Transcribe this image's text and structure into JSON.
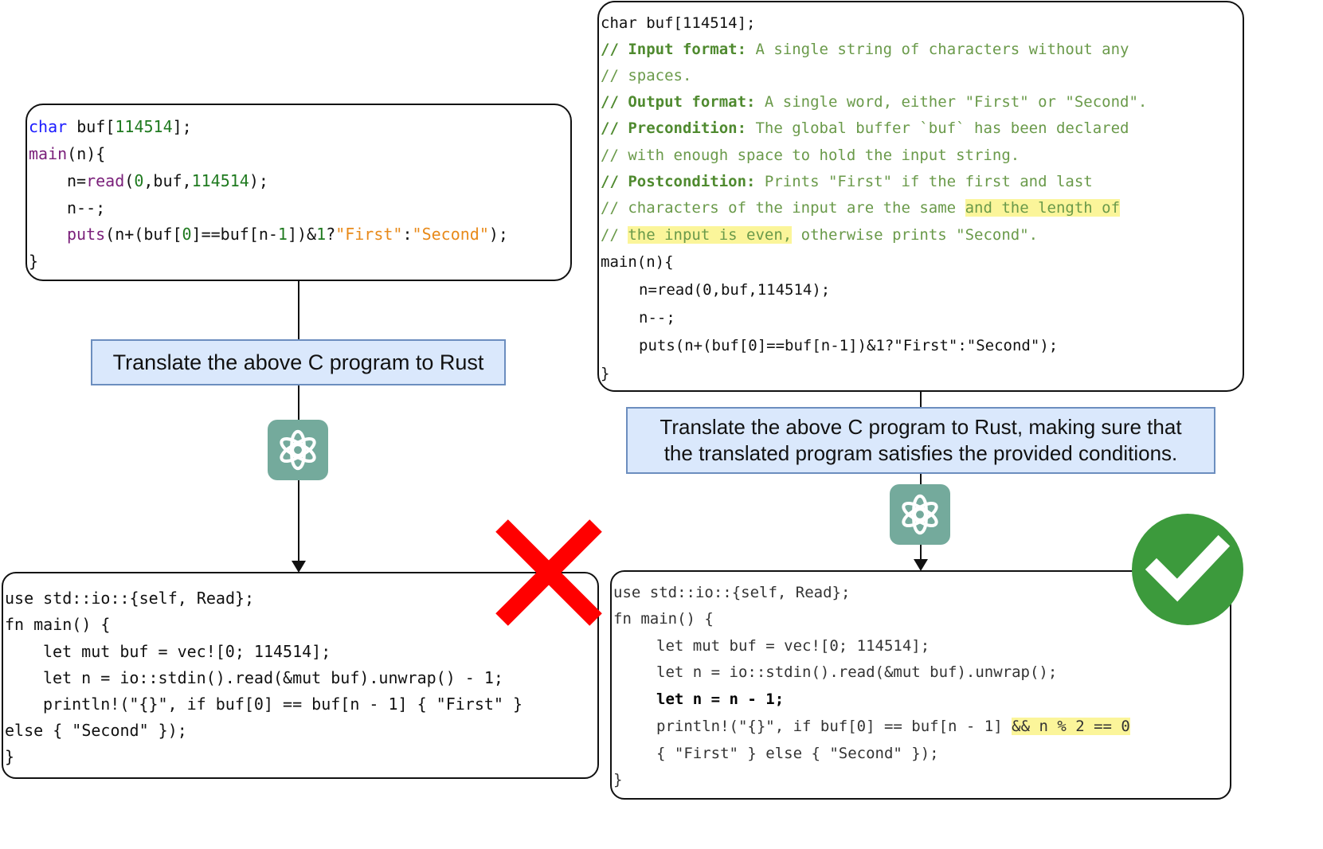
{
  "left": {
    "c_program": {
      "lines": [
        [
          "char",
          " buf[",
          "114514",
          "];"
        ],
        [
          "main",
          "(n){"
        ],
        [
          "n=",
          "read",
          "(",
          "0",
          ",buf,",
          "114514",
          ");"
        ],
        [
          "n--;"
        ],
        [
          "puts",
          "(n+(buf[",
          "0",
          "]==buf[n-",
          "1",
          "])&",
          "1",
          "?",
          "\"First\"",
          ":",
          "\"Second\"",
          ");"
        ],
        [
          "}"
        ]
      ]
    },
    "prompt": "Translate the above C program to Rust",
    "rust_output": {
      "lines": [
        "use std::io::{self, Read};",
        "fn main() {",
        "let mut buf = vec![0; 114514];",
        "let n = io::stdin().read(&mut buf).unwrap() - 1;",
        "println!(\"{}\", if buf[0] == buf[n - 1] { \"First\" }",
        "else { \"Second\" });",
        "}"
      ]
    },
    "verdict_icon": "red-cross-icon"
  },
  "right": {
    "c_program": {
      "first_line": "char buf[114514];",
      "comments": {
        "input_label": "// Input format:",
        "input_text": " A single string of characters without any",
        "input_cont": "// spaces.",
        "output_label": "// Output format:",
        "output_text": " A single word, either \"First\" or \"Second\".",
        "pre_label": "// Precondition:",
        "pre_text": " The global buffer `buf` has been declared",
        "pre_cont": "// with enough space to hold the input string.",
        "post_label": "// Postcondition:",
        "post_text": " Prints \"First\" if the first and last",
        "post_cont1": "// characters of the input are the same ",
        "post_hl1": "and the length of",
        "post_cont2_pre": "// ",
        "post_hl2": "the input is even,",
        "post_cont2_post": " otherwise prints \"Second\"."
      },
      "code_lines": [
        "main(n){",
        "n=read(0,buf,114514);",
        "n--;",
        "puts(n+(buf[0]==buf[n-1])&1?\"First\":\"Second\");",
        "}"
      ]
    },
    "prompt_line1": "Translate the above C program to Rust, making sure that",
    "prompt_line2": "the translated program satisfies the provided conditions.",
    "rust_output": {
      "lines": [
        "use std::io::{self, Read};",
        "fn main() {",
        "let mut buf = vec![0; 114514];",
        "let n = io::stdin().read(&mut buf).unwrap();",
        "let n = n - 1;",
        "println!(\"{}\", if buf[0] == buf[n - 1] ",
        "&& n % 2 == 0",
        "{ \"First\" } else { \"Second\" });",
        "}"
      ]
    },
    "verdict_icon": "green-check-icon"
  },
  "colors": {
    "keyword": "#1a1aff",
    "function": "#7a1f7a",
    "number": "#1f7a1f",
    "string": "#e88a1a",
    "comment": "#6a9a4a",
    "highlight": "#fbf59a",
    "prompt_fill": "#dae8fc",
    "prompt_border": "#6c8ebf",
    "gpt_green": "#74aa9c",
    "cross_red": "#ff0000",
    "check_green": "#3c9a3c"
  }
}
